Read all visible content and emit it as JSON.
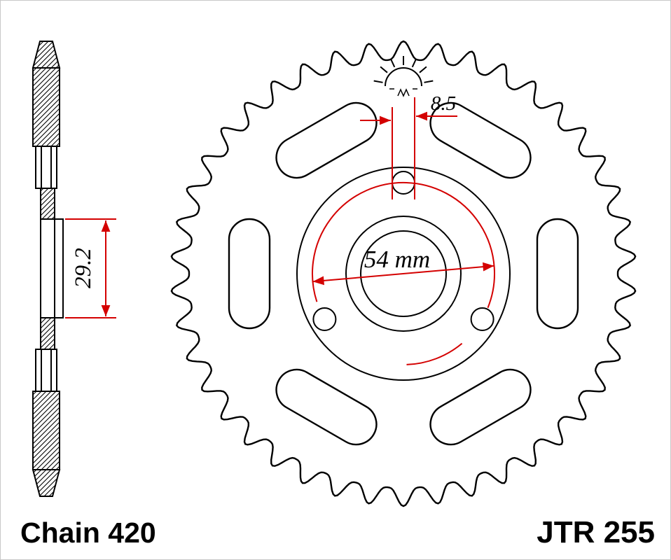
{
  "title": "Rear sprocket technical drawing",
  "footer": {
    "chain_label": "Chain 420",
    "part_number": "JTR 255"
  },
  "dimensions": {
    "hole_diameter": "8.5",
    "bolt_circle_diameter": "54 mm",
    "hub_width": "29.2"
  },
  "colors": {
    "dimension_line": "#d40000",
    "drawing_line": "#000000",
    "background": "#ffffff"
  },
  "views": {
    "left": "side cross-section",
    "right": "front face"
  },
  "sprocket": {
    "teeth": 42,
    "lightening_slots": 6,
    "bolt_holes": 3
  }
}
